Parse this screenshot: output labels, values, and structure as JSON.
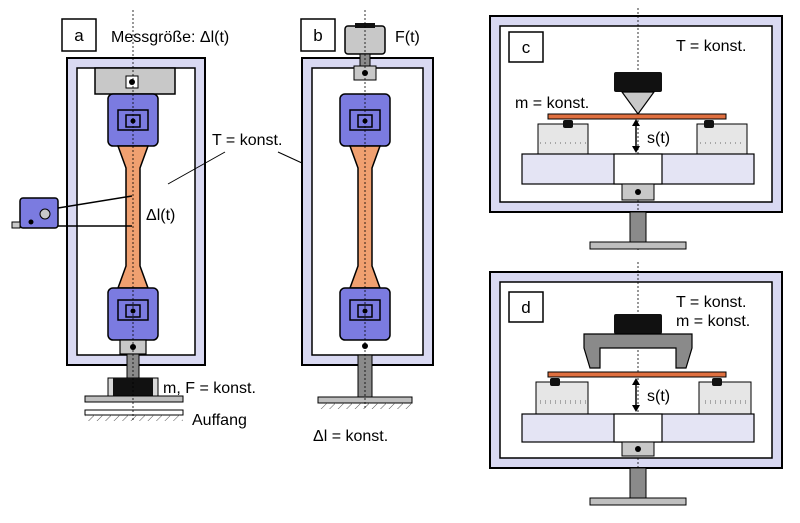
{
  "panels": {
    "a": {
      "letter": "a",
      "measured": "Messgröße: Δl(t)",
      "strain": "Δl(t)",
      "load": "m, F = konst.",
      "catcher": "Auffang"
    },
    "b": {
      "letter": "b",
      "force": "F(t)",
      "strain": "Δl = konst."
    },
    "c": {
      "letter": "c",
      "temperature": "T = konst.",
      "mass": "m = konst.",
      "displacement": "s(t)"
    },
    "d": {
      "letter": "d",
      "temperature": "T = konst.",
      "mass": "m = konst.",
      "displacement": "s(t)"
    }
  },
  "shared": {
    "temperature": "T = konst."
  },
  "colors": {
    "frame_fill": "#d9d9f2",
    "clamp_fill": "#7b7be0",
    "specimen_fill": "#f0a070",
    "steel_gray": "#c8c8c8",
    "dark_gray": "#7f7f7f",
    "bar_orange": "#e07040",
    "base_fill": "#e4e4f4"
  }
}
